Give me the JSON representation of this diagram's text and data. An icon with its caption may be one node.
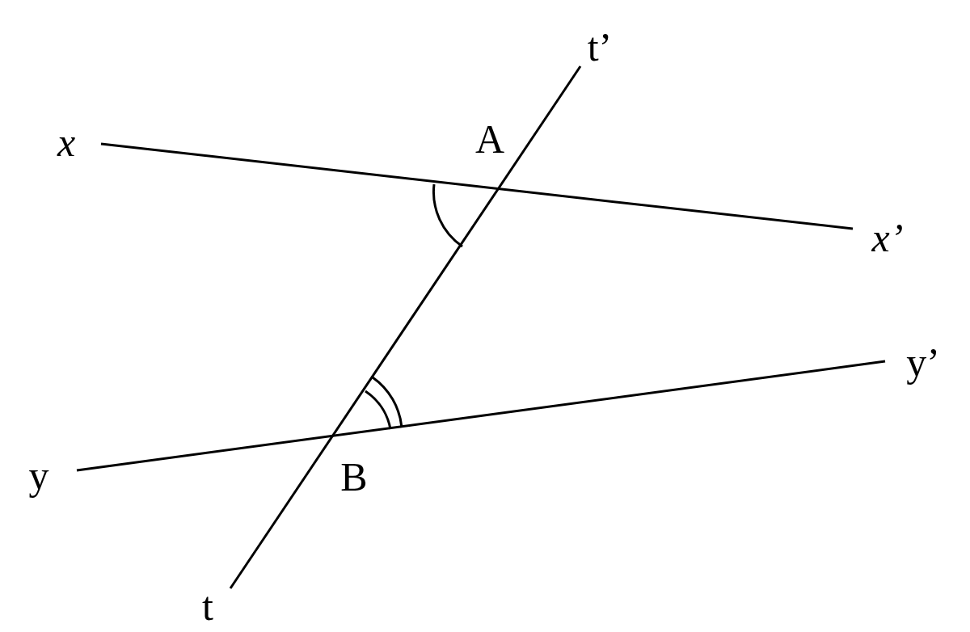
{
  "diagram": {
    "labels": [
      "t’",
      "x",
      "A",
      "x’",
      "y’",
      "y",
      "B",
      "t"
    ]
  }
}
